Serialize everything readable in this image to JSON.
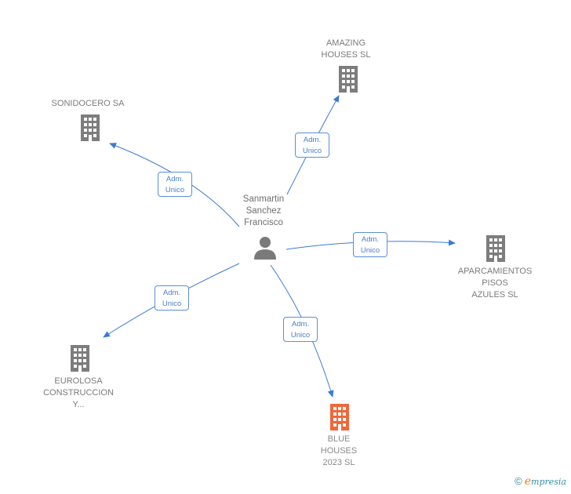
{
  "center": {
    "label": "Sanmartin\nSanchez\nFrancisco",
    "icon": "person-icon"
  },
  "companies": [
    {
      "label": "AMAZING\nHOUSES SL",
      "icon": "building-icon",
      "color": "#7d7d7d"
    },
    {
      "label": "SONIDOCERO SA",
      "icon": "building-icon",
      "color": "#7d7d7d"
    },
    {
      "label": "APARCAMIENTOS\nPISOS\nAZULES SL",
      "icon": "building-icon",
      "color": "#7d7d7d"
    },
    {
      "label": "EUROLOSA\nCONSTRUCCION\nY...",
      "icon": "building-icon",
      "color": "#7d7d7d"
    },
    {
      "label": "BLUE\nHOUSES\n2023 SL",
      "icon": "building-icon",
      "color": "#f0673a"
    }
  ],
  "relations": [
    {
      "label": "Adm.\nUnico"
    },
    {
      "label": "Adm.\nUnico"
    },
    {
      "label": "Adm.\nUnico"
    },
    {
      "label": "Adm.\nUnico"
    },
    {
      "label": "Adm.\nUnico"
    }
  ],
  "edge_color": "#3a7bd5",
  "copyright": {
    "symbol": "©",
    "brand_initial": "e",
    "brand_rest": "mpresia"
  }
}
